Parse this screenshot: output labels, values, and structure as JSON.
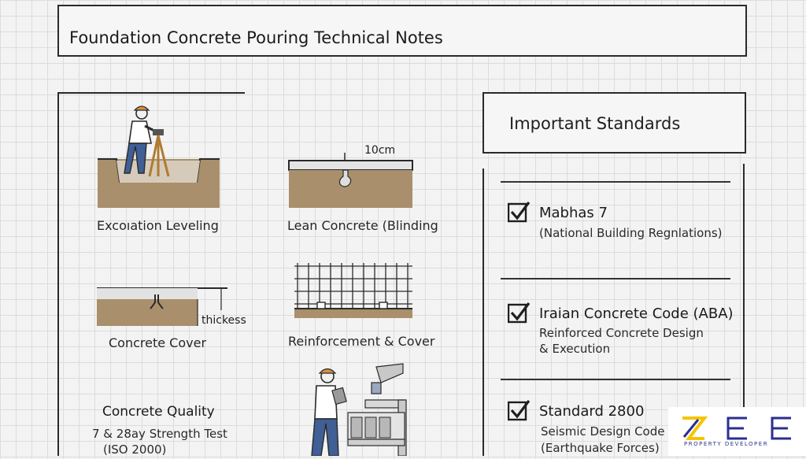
{
  "title": "Foundation Concrete Pouring Technical Notes",
  "steps": [
    {
      "label": "Excoıation Leveling"
    },
    {
      "label": "Lean Concrete (Blinding",
      "dimension": "10cm"
    },
    {
      "label": "Concrete Cover",
      "dimension": "thickess"
    },
    {
      "label": "Reinforcement & Cover"
    },
    {
      "label": "Concrete Quality",
      "detail_lines": [
        "7 & 28ay Strength Test",
        "(ISO 2000)"
      ]
    }
  ],
  "standards": {
    "title": "Important Standards",
    "items": [
      {
        "name": "Mabhas 7",
        "desc_lines": [
          "(National Building Regnlations)"
        ]
      },
      {
        "name": "Iraian Concrete Code (ABA)",
        "desc_lines": [
          "Reinforced Concrete Design",
          "& Execution"
        ]
      },
      {
        "name": "Standard 2800",
        "desc_lines": [
          "Seismic Design Code",
          "(Earthquake Forces)"
        ]
      }
    ]
  },
  "logo": {
    "mark": "ZEE",
    "tagline": "PROPERTY DEVELOPER"
  },
  "icons": {
    "checkbox": "checkbox-checked-icon",
    "surveyor": "surveyor-worker-icon",
    "lab": "lab-worker-icon"
  },
  "colors": {
    "soil": "#a98f6c",
    "line": "#2a2a2a",
    "logo_yellow": "#f5c400",
    "logo_blue": "#2b2f8f"
  }
}
